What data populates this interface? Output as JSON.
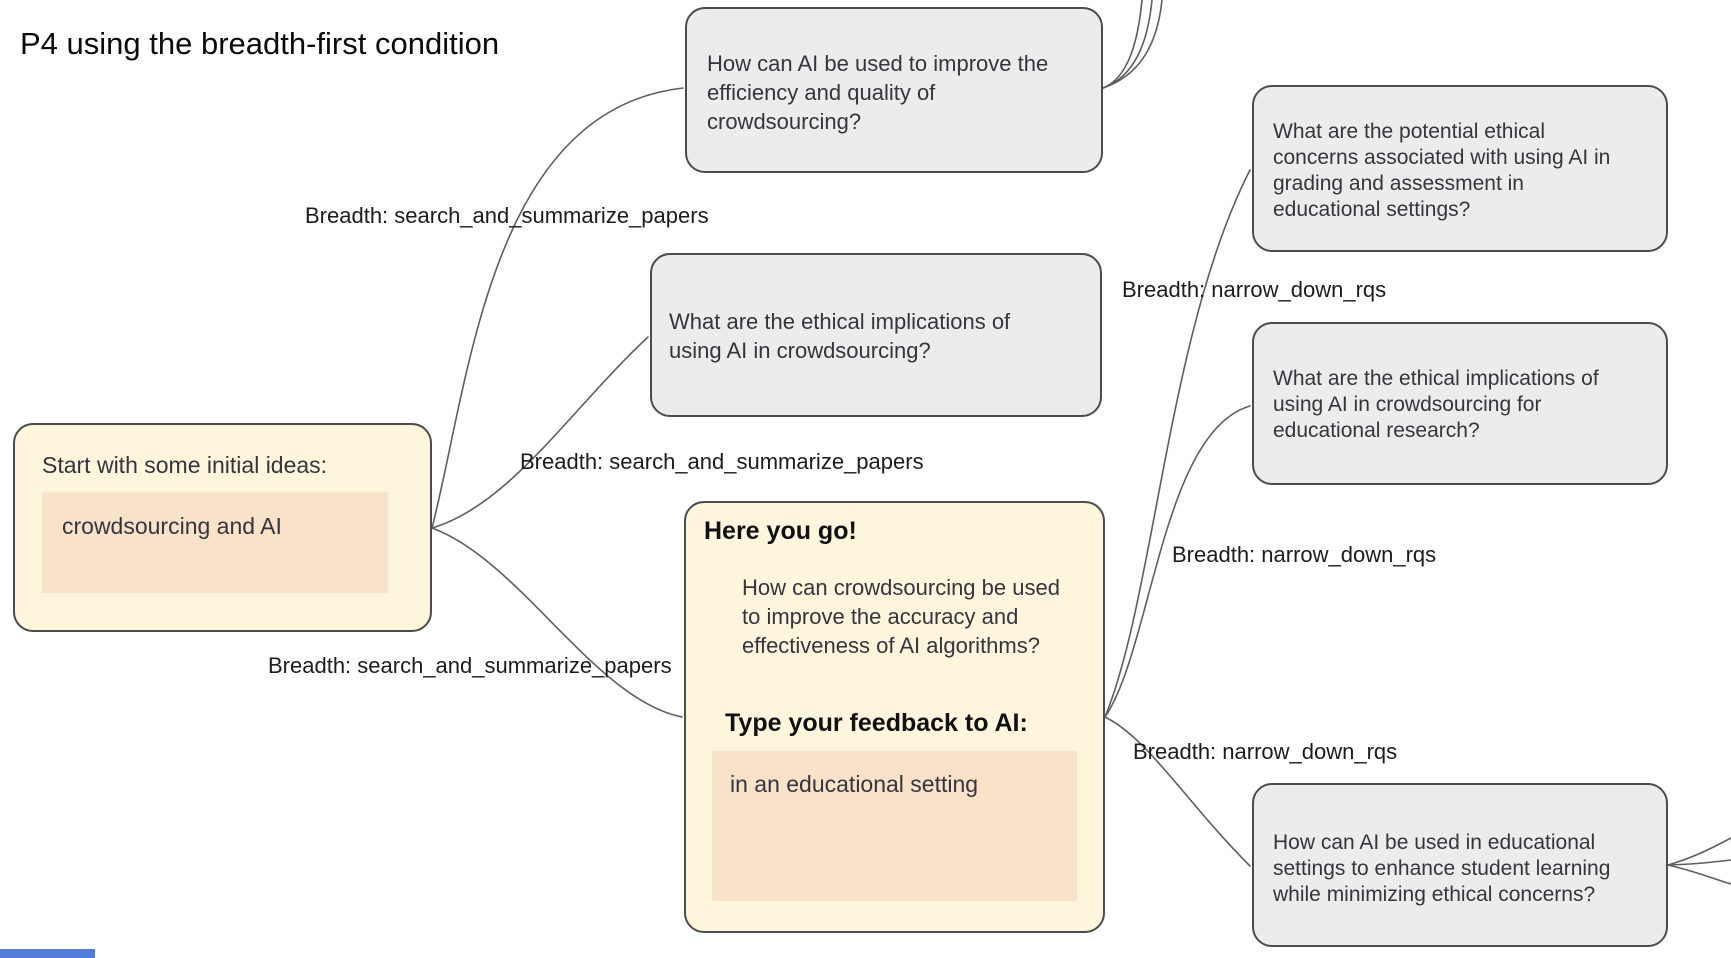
{
  "title": "P4 using the breadth-first condition",
  "start_node": {
    "label": "Start with some initial ideas:",
    "input_value": "crowdsourcing and AI"
  },
  "feedback_node": {
    "heading": "Here you go!",
    "question": "How can crowdsourcing be used to improve the accuracy and effectiveness of AI algorithms?",
    "prompt_label": "Type your feedback to AI:",
    "input_value": "in an educational setting"
  },
  "question_nodes": [
    "How can AI be used to improve the efficiency and quality of crowdsourcing?",
    "What are the ethical implications of using AI in crowdsourcing?",
    "What are the potential ethical concerns associated with using AI in grading and assessment in educational settings?",
    "What are the ethical implications of using AI in crowdsourcing for educational research?",
    "How can AI be used in educational settings to enhance student learning while minimizing ethical concerns?"
  ],
  "edge_labels": [
    "Breadth: search_and_summarize_papers",
    "Breadth: search_and_summarize_papers",
    "Breadth: search_and_summarize_papers",
    "Breadth: narrow_down_rqs",
    "Breadth: narrow_down_rqs",
    "Breadth: narrow_down_rqs"
  ],
  "colors": {
    "highlight_node_fill": "#fdf5dc",
    "input_box_fill": "#f8e2c9",
    "question_node_fill": "#ececec",
    "node_border": "#4c4c4c",
    "edge_stroke": "#5e5e5e",
    "scrollbar_thumb": "#4f7dd8"
  }
}
